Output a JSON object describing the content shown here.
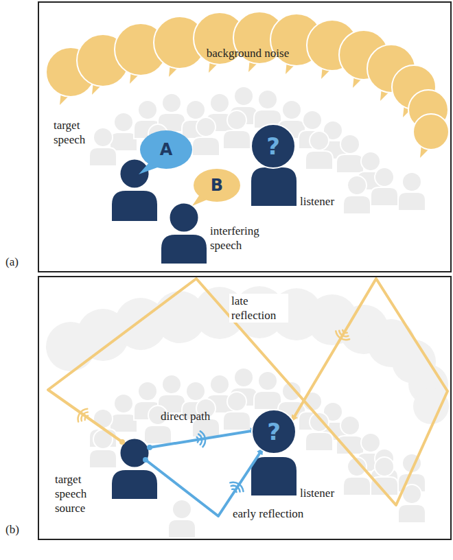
{
  "diagram": {
    "nodes": [
      {
        "text": [
          "(a)"
        ]
      },
      {
        "text": [
          "background noise"
        ],
        "in": 0
      },
      {
        "text": [
          "A"
        ],
        "in": 0
      },
      {
        "text": [
          "B"
        ],
        "in": 0
      },
      {
        "text": [
          "?"
        ],
        "in": 0
      },
      {
        "text": [
          "(b)"
        ]
      },
      {
        "text": [
          "?"
        ],
        "in": 5
      }
    ],
    "labels": [
      "target speech",
      "listener",
      "interfering speech",
      "late reflection",
      "direct path",
      "target speech source",
      "listener",
      "early reflection"
    ]
  }
}
